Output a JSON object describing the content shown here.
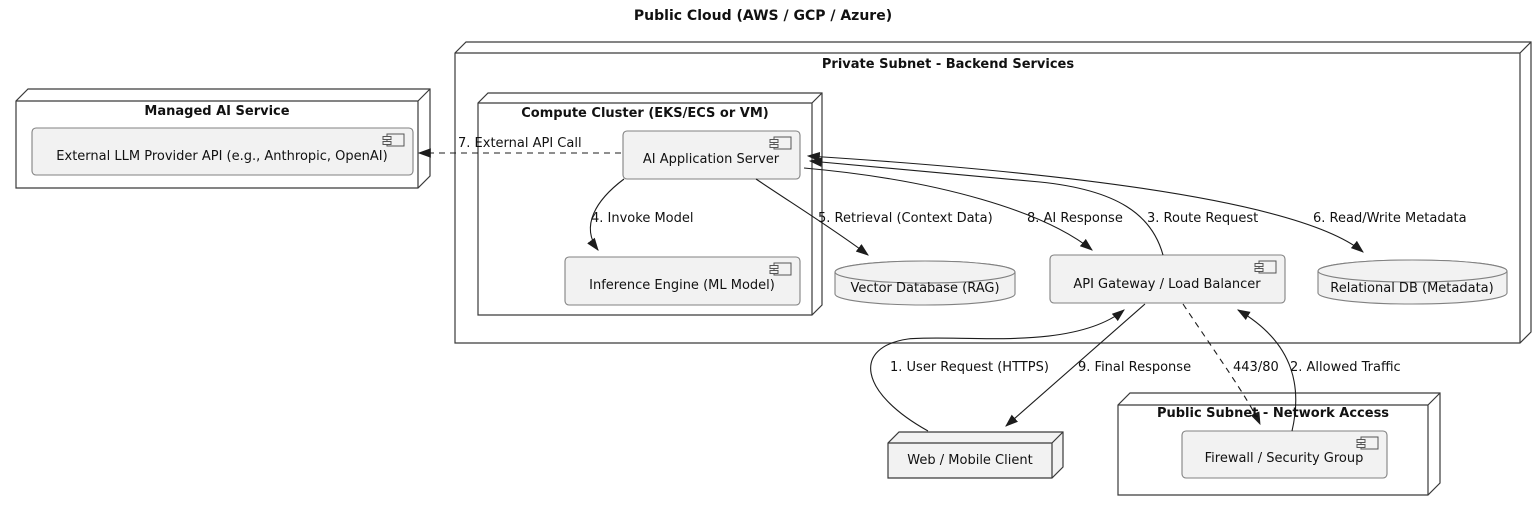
{
  "title": "Public Cloud (AWS / GCP / Azure)",
  "containers": {
    "private_subnet": "Private Subnet - Backend Services",
    "managed_ai": "Managed AI Service",
    "compute_cluster": "Compute Cluster (EKS/ECS or VM)",
    "public_subnet": "Public Subnet - Network Access"
  },
  "nodes": {
    "llm_api": "External LLM Provider API (e.g., Anthropic, OpenAI)",
    "ai_app_server": "AI Application Server",
    "inference_engine": "Inference Engine (ML Model)",
    "vector_db": "Vector Database (RAG)",
    "api_gateway": "API Gateway / Load Balancer",
    "relational_db": "Relational DB (Metadata)",
    "firewall": "Firewall / Security Group",
    "web_client": "Web / Mobile Client"
  },
  "edge_labels": {
    "user_request": "1. User Request (HTTPS)",
    "allowed_traffic": "2. Allowed Traffic",
    "route_request": "3. Route Request",
    "invoke_model": "4. Invoke Model",
    "retrieval": "5. Retrieval (Context Data)",
    "read_write_metadata": "6. Read/Write Metadata",
    "external_api_call": "7. External API Call",
    "ai_response": "8. AI Response",
    "final_response": "9. Final Response",
    "ports": "443/80"
  },
  "icons": {
    "component_icon": "uml-component-icon",
    "database_icon": "database-cylinder",
    "node_icon": "3d-node-box"
  },
  "colors": {
    "background": "#ffffff",
    "container_fill": "#ffffff",
    "shape_fill": "#f2f2f2",
    "container_border": "#3a3a3a",
    "shape_border": "#818181",
    "edge": "#1c1c1c",
    "text": "#111111"
  }
}
